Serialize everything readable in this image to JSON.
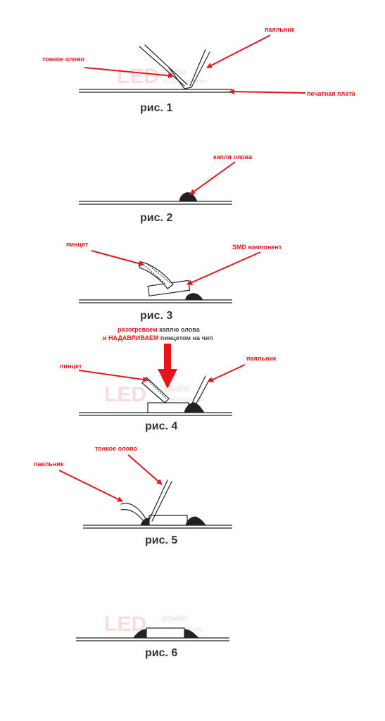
{
  "colors": {
    "label": "#e8141b",
    "ink": "#222222",
    "caption": "#333333",
    "watermark": "#f2c8c8"
  },
  "watermark": {
    "brand": "LED",
    "script": "studio",
    "sub": "by LEDSTUDIO.RU"
  },
  "figures": {
    "fig1": {
      "caption": "рис. 1",
      "labels": {
        "solder_wire": "тонкое олово",
        "iron": "паяльник",
        "pcb": "печатная плата"
      }
    },
    "fig2": {
      "caption": "рис. 2",
      "labels": {
        "drop": "капля олова"
      }
    },
    "fig3": {
      "caption": "рис. 3",
      "labels": {
        "tweezers": "пинцет",
        "component": "SMD компонент"
      }
    },
    "fig4": {
      "caption": "рис. 4",
      "instruction": {
        "l1_red": "разогреваем",
        "l1_rest": " каплю олова",
        "l2_pre": "и ",
        "l2_red": "НАДАВЛИВАЕМ",
        "l2_rest": " пинцетом на чип"
      },
      "labels": {
        "tweezers": "пинцет",
        "iron": "паяльник"
      }
    },
    "fig5": {
      "caption": "рис. 5",
      "labels": {
        "solder_wire": "тонкое олово",
        "iron": "паяльник"
      }
    },
    "fig6": {
      "caption": "рис. 6"
    }
  }
}
